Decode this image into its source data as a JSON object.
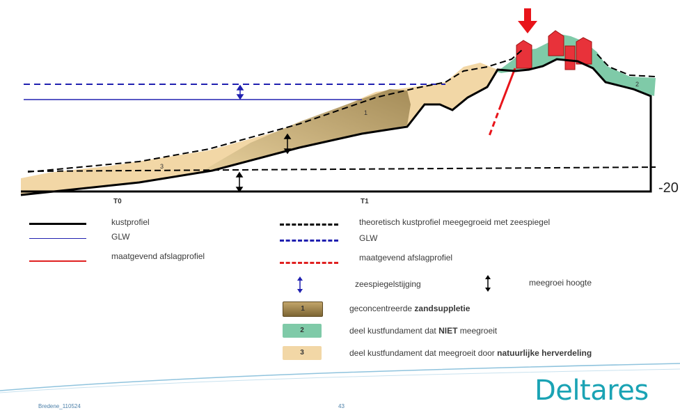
{
  "diagram": {
    "depth_label": "-20",
    "time_labels": [
      "T0",
      "T1"
    ],
    "zone_numbers": [
      "1",
      "2",
      "3"
    ]
  },
  "legend": {
    "left": [
      {
        "label": "kustprofiel",
        "color": "#000000",
        "style": "solid"
      },
      {
        "label": "GLW",
        "color": "#2020b0",
        "style": "solid"
      },
      {
        "label": "maatgevend afslagprofiel",
        "color": "#e02020",
        "style": "solid"
      }
    ],
    "right": [
      {
        "label": "theoretisch kustprofiel meegegroeid met zeespiegel",
        "color": "#000000",
        "style": "dashed"
      },
      {
        "label": "GLW",
        "color": "#2020b0",
        "style": "dashed"
      },
      {
        "label": "maatgevend afslagprofiel",
        "color": "#e02020",
        "style": "dashed"
      }
    ],
    "arrows": {
      "sea_level_rise": "zeespiegelstijging",
      "growth_height": "meegroei hoogte"
    },
    "zones": [
      {
        "number": "1",
        "color": "#a08850",
        "label_plain": "geconcentreerde ",
        "label_bold": "zandsuppletie",
        "label_tail": ""
      },
      {
        "number": "2",
        "color": "#7fcaa8",
        "label_plain": "deel kustfundament dat ",
        "label_bold": "NIET",
        "label_tail": " meegroeit"
      },
      {
        "number": "3",
        "color": "#f2d7a6",
        "label_plain": "deel kustfundament dat meegroeit door ",
        "label_bold": "natuurlijke herverdeling",
        "label_tail": ""
      }
    ]
  },
  "footer": {
    "left": "Bredene_110524",
    "page": "43",
    "logo": "Deltares"
  },
  "colors": {
    "logo": "#1aa3b4",
    "sand_light": "#f2d7a6",
    "sand_dark": "#b49a5e",
    "dune_green": "#7fcaa8",
    "building_red": "#e8323a"
  }
}
